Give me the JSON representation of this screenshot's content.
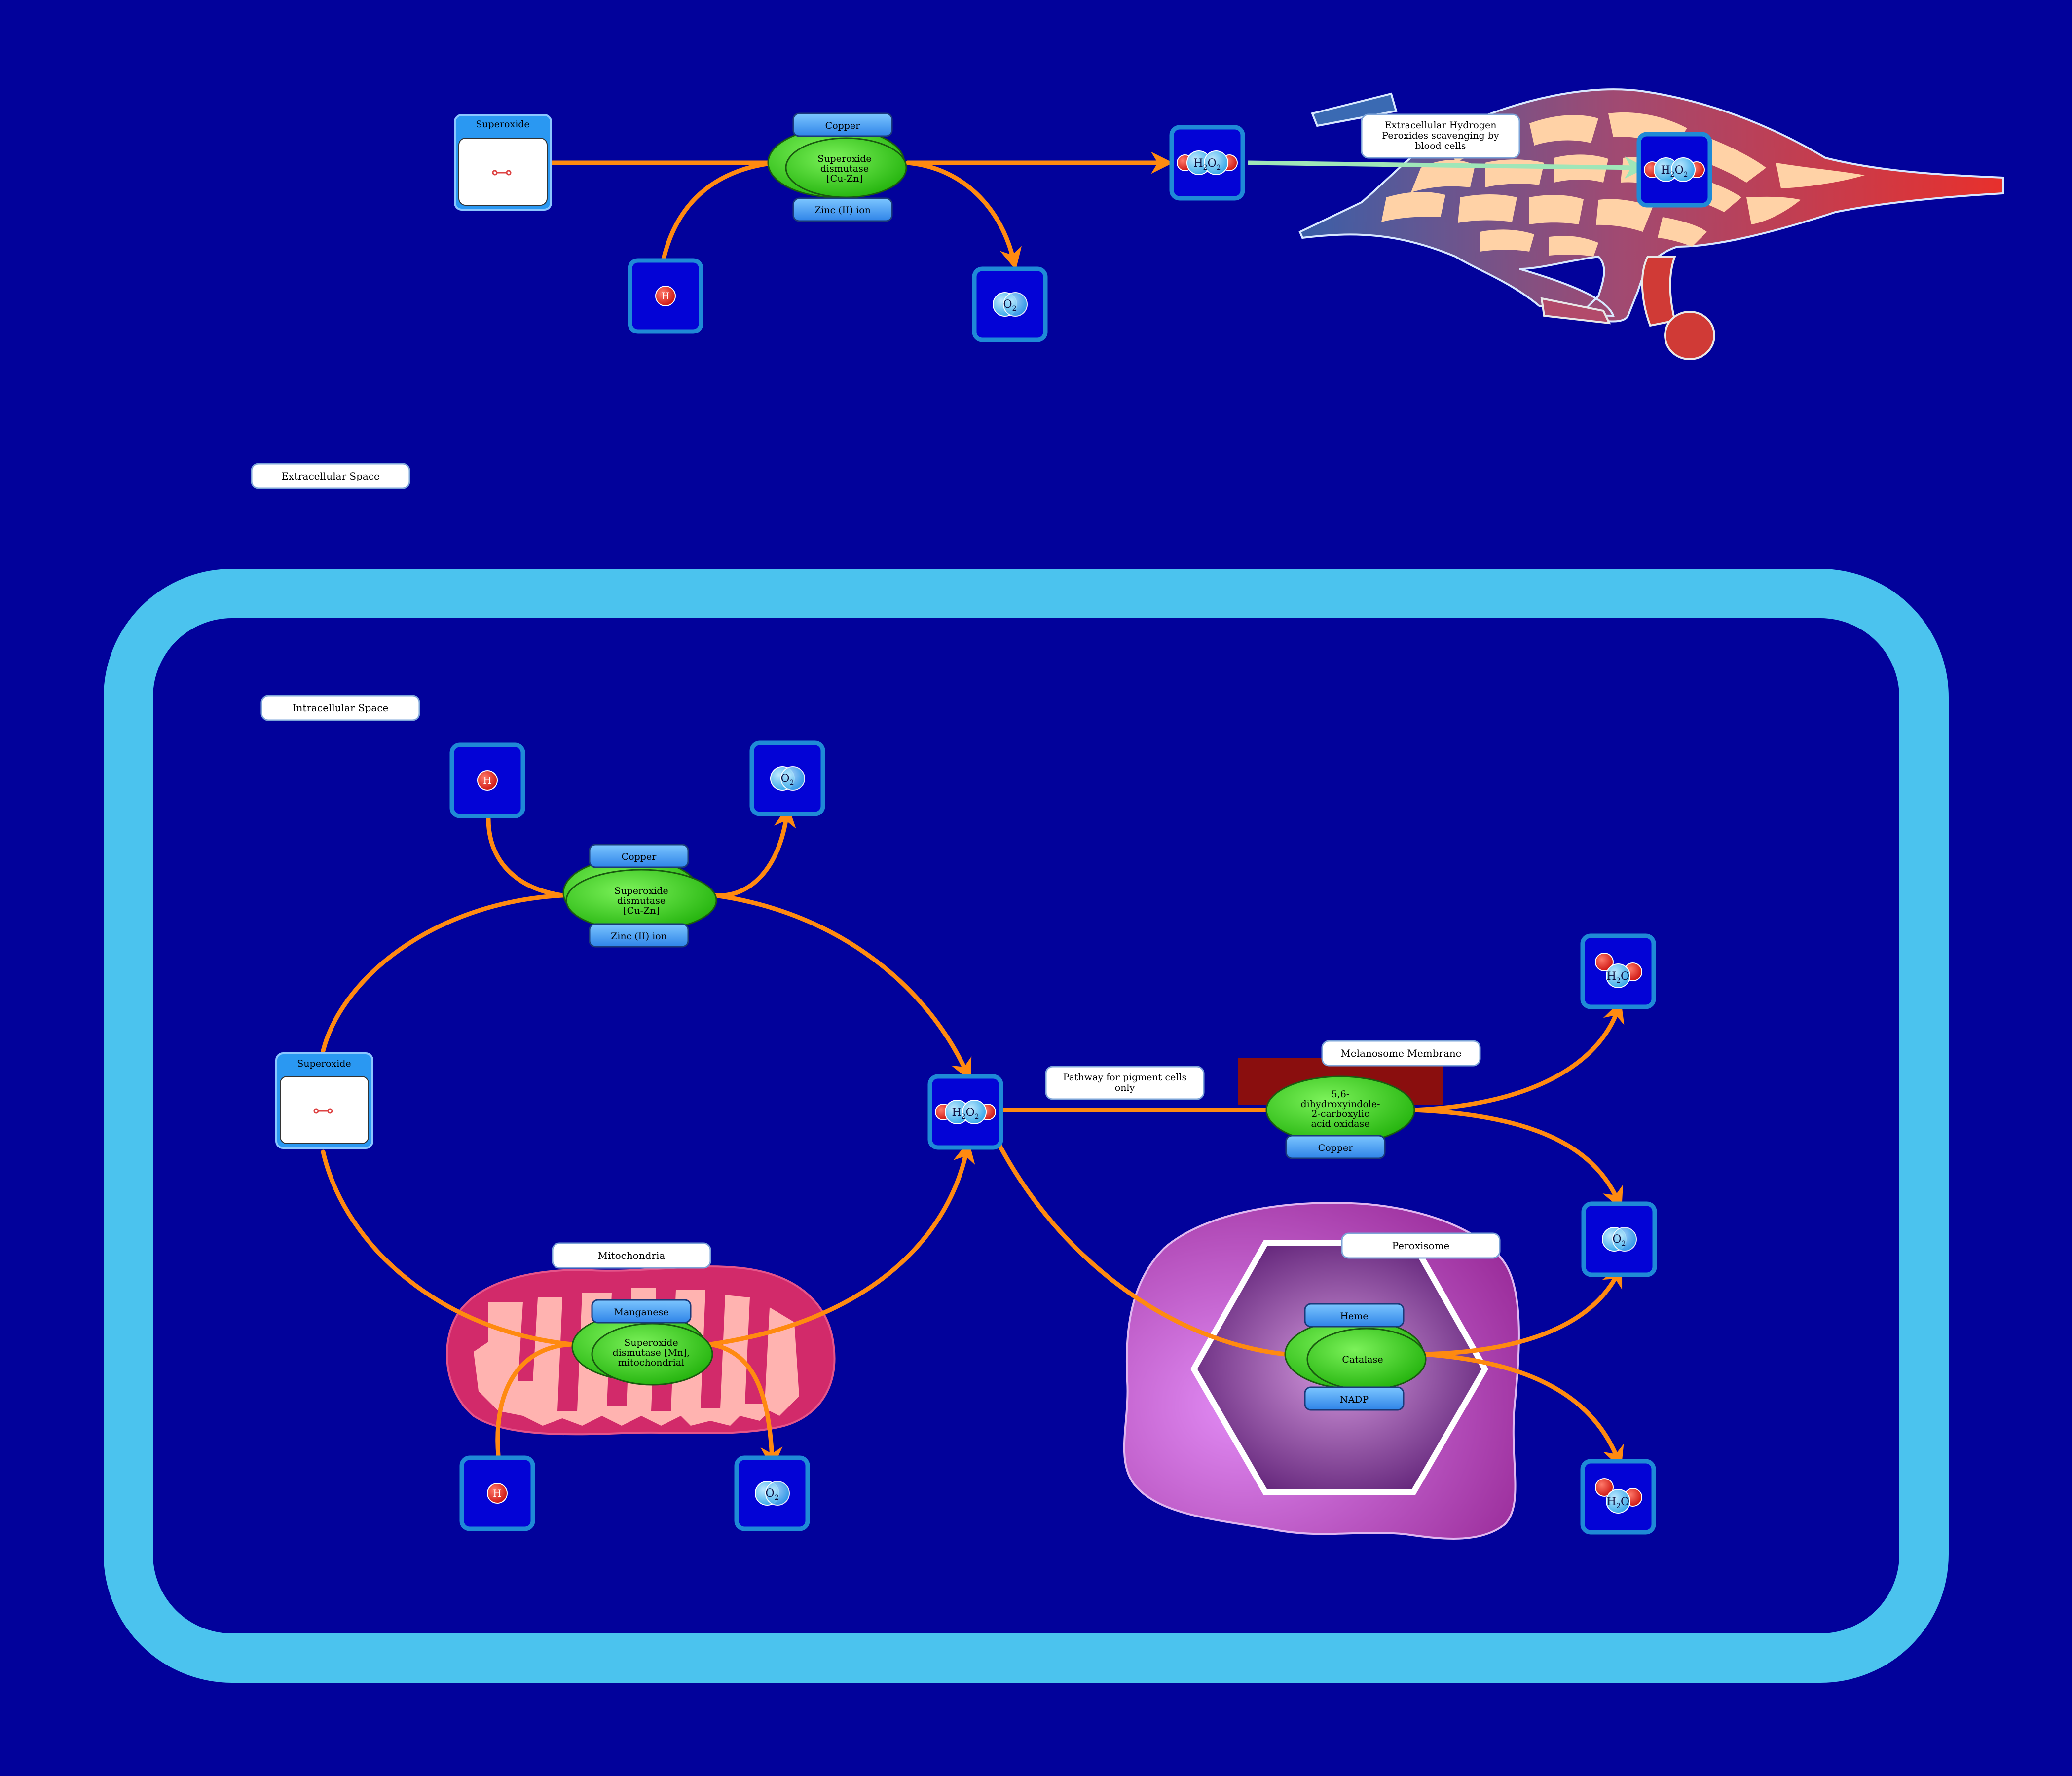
{
  "colors": {
    "background": "#02029b",
    "cell_wall": "#4bc3ee",
    "arrow": "#ff8a10",
    "arrow_light": "#9fe6b8",
    "enzyme": "#33d416",
    "cofactor": "#3d9cf5",
    "box_border": "#1f8ad6",
    "box_fill": "#0303d6"
  },
  "labels": {
    "extracellular_space": "Extracellular Space",
    "intracellular_space": "Intracellular Space",
    "extracellular_h2o2": "Extracellular Hydrogen Peroxides scavenging by blood cells",
    "pigment_pathway": "Pathway for pigment cells only",
    "melanosome": "Melanosome Membrane",
    "mitochondria": "Mitochondria",
    "peroxisome": "Peroxisome"
  },
  "compounds": {
    "superoxide": "Superoxide",
    "h2o2": "H2O2",
    "o2": "O2",
    "h2o": "H2O",
    "h_plus": "H+"
  },
  "enzymes": {
    "sod_cuzn": "Superoxide dismutase [Cu-Zn]",
    "sod_mn": "Superoxide dismutase [Mn], mitochondrial",
    "dhica_oxidase": "5,6-dihydroxyindole-2-carboxylic acid oxidase",
    "catalase": "Catalase"
  },
  "cofactors": {
    "copper": "Copper",
    "zinc": "Zinc (II) ion",
    "manganese": "Manganese",
    "heme": "Heme",
    "nadp": "NADP"
  }
}
